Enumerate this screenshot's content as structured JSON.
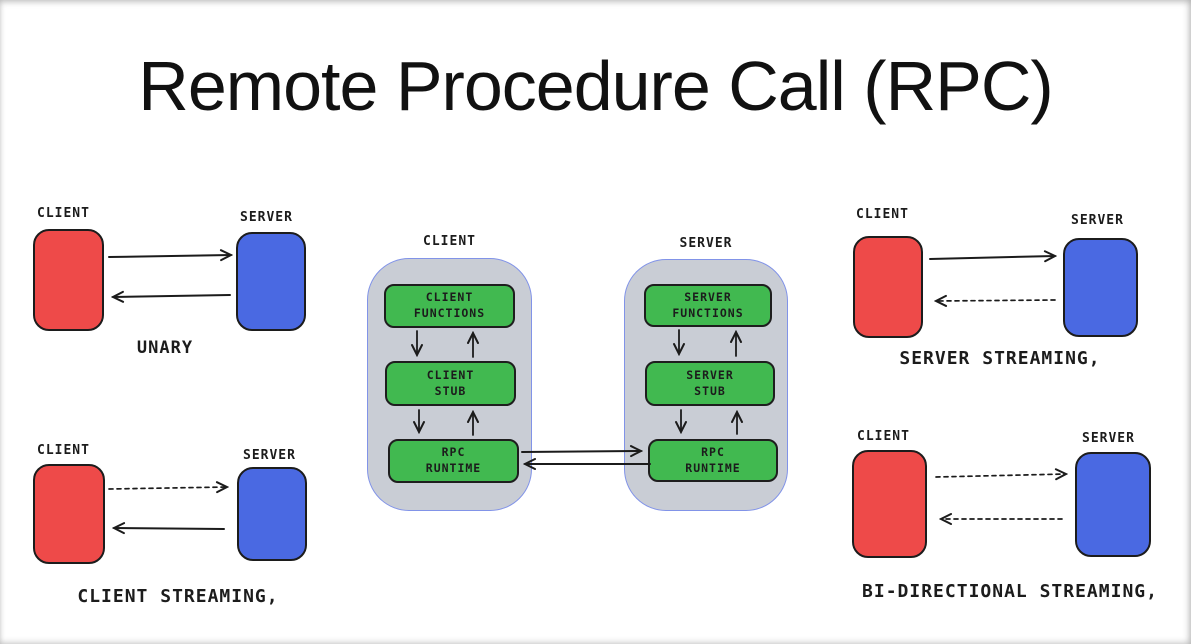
{
  "title": "Remote Procedure Call (RPC)",
  "colors": {
    "client_box": "#ee4a49",
    "server_box": "#4a69e2",
    "module_box": "#41b950",
    "container_fill": "#c9cdd5",
    "container_border": "#8193e8",
    "ink": "#1c1c1c",
    "background": "#ffffff"
  },
  "patterns": {
    "unary": {
      "client_label": "CLIENT",
      "server_label": "SERVER",
      "caption": "UNARY",
      "request_arrow": "solid",
      "response_arrow": "solid"
    },
    "client_streaming": {
      "client_label": "CLIENT",
      "server_label": "SERVER",
      "caption": "CLIENT STREAMING,",
      "request_arrow": "dashed",
      "response_arrow": "solid"
    },
    "server_streaming": {
      "client_label": "CLIENT",
      "server_label": "SERVER",
      "caption": "SERVER STREAMING,",
      "request_arrow": "solid",
      "response_arrow": "dashed"
    },
    "bidirectional_streaming": {
      "client_label": "CLIENT",
      "server_label": "SERVER",
      "caption": "BI-DIRECTIONAL STREAMING,",
      "request_arrow": "dashed",
      "response_arrow": "dashed"
    }
  },
  "architecture": {
    "client": {
      "label": "CLIENT",
      "modules": [
        {
          "line1": "CLIENT",
          "line2": "FUNCTIONS"
        },
        {
          "line1": "CLIENT",
          "line2": "STUB"
        },
        {
          "line1": "RPC",
          "line2": "RUNTIME"
        }
      ]
    },
    "server": {
      "label": "SERVER",
      "modules": [
        {
          "line1": "SERVER",
          "line2": "FUNCTIONS"
        },
        {
          "line1": "SERVER",
          "line2": "STUB"
        },
        {
          "line1": "RPC",
          "line2": "RUNTIME"
        }
      ]
    },
    "link": {
      "request_arrow": "solid",
      "response_arrow": "solid"
    }
  }
}
